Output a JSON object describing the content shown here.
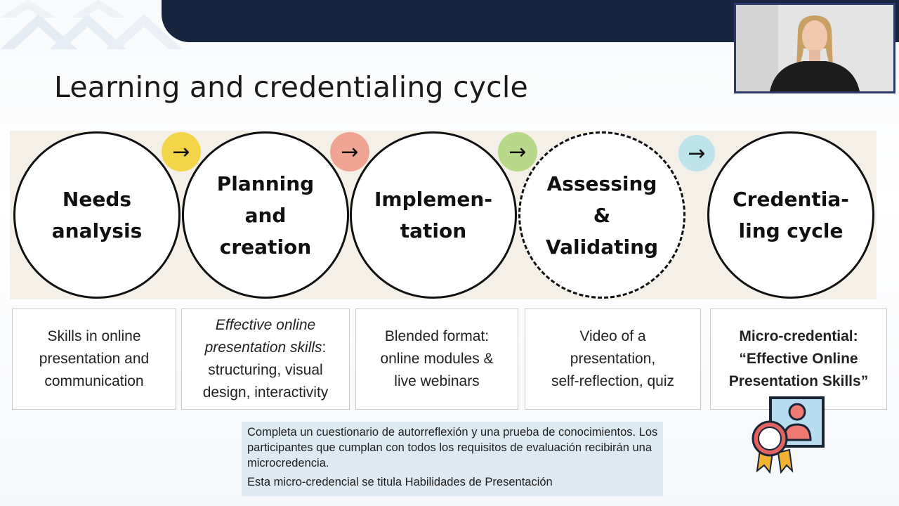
{
  "slide": {
    "title": "Learning and credentialing cycle",
    "stages": [
      {
        "label": "Needs\nanalysis",
        "style": "solid"
      },
      {
        "label": "Planning\nand\ncreation",
        "style": "solid"
      },
      {
        "label": "Implemen-\ntation",
        "style": "solid"
      },
      {
        "label": "Assessing\n&\nValidating",
        "style": "dashed"
      },
      {
        "label": "Credentia-\nling cycle",
        "style": "solid"
      }
    ],
    "arrows": [
      {
        "glyph": "→",
        "color": "#f3d54a"
      },
      {
        "glyph": "→",
        "color": "#f0a494"
      },
      {
        "glyph": "→",
        "color": "#b8d98a"
      },
      {
        "glyph": "→",
        "color": "#bfe3ea"
      }
    ],
    "descriptions": [
      "Skills in online\npresentation and\ncommunication",
      {
        "italic": "Effective online\npresentation skills",
        "rest": ":\nstructuring, visual\ndesign, interactivity"
      },
      "Blended format:\nonline modules &\nlive webinars",
      "Video of a\npresentation,\nself-reflection, quiz",
      {
        "bold": "Micro-credential:\n“Effective Online\nPresentation Skills”"
      }
    ]
  },
  "captions": {
    "line1": "Completa un cuestionario de autorreflexión y una prueba de conocimientos. Los participantes que cumplan con todos los requisitos de evaluación recibirán una microcredencia.",
    "line2": "Esta micro-credencial se titula Habilidades de Presentación"
  },
  "colors": {
    "header_band": "#17243d",
    "process_band": "#f4efe7",
    "video_border": "#2b3a6b",
    "caption_bg": "#d6e4ee"
  },
  "icons": {
    "video": "presenter-video-thumbnail",
    "badge": "certificate-badge-icon"
  }
}
